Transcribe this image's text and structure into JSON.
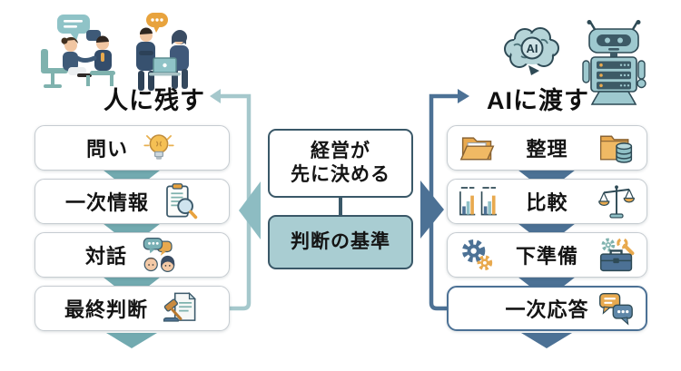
{
  "left": {
    "title": "人に残す",
    "illustration": "business-people-meeting",
    "items": [
      {
        "label": "問い",
        "right_icon": "lightbulb-icon"
      },
      {
        "label": "一次情報",
        "right_icon": "clipboard-search-icon"
      },
      {
        "label": "対話",
        "right_icon": "chat-people-icon"
      },
      {
        "label": "最終判断",
        "right_icon": "gavel-document-icon"
      }
    ]
  },
  "center": {
    "top_box_line1": "経営が",
    "top_box_line2": "先に決める",
    "bottom_box": "判断の基準"
  },
  "right": {
    "title": "AIに渡す",
    "brain_label": "AI",
    "illustrations": [
      "ai-brain",
      "robot"
    ],
    "items": [
      {
        "label": "整理",
        "left_icon": "folder-open-icon",
        "right_icon": "folder-database-icon"
      },
      {
        "label": "比較",
        "left_icon": "bar-charts-icon",
        "right_icon": "balance-scale-icon"
      },
      {
        "label": "下準備",
        "left_icon": "gears-icon",
        "right_icon": "toolbox-icon"
      },
      {
        "label": "一次応答",
        "left_icon": "",
        "right_icon": "chat-bubbles-icon"
      }
    ]
  },
  "colors": {
    "teal_flow": "#72aab0",
    "teal_loop_line": "#a5c8cc",
    "teal_triangle": "#8dbcc2",
    "dark_flow": "#4c7195",
    "center_border": "#3a5868",
    "center_bottom_fill": "#a9cdd2",
    "box_border": "#c6ccd1",
    "accent_orange": "#e8a94e",
    "text": "#1b1b1b"
  }
}
